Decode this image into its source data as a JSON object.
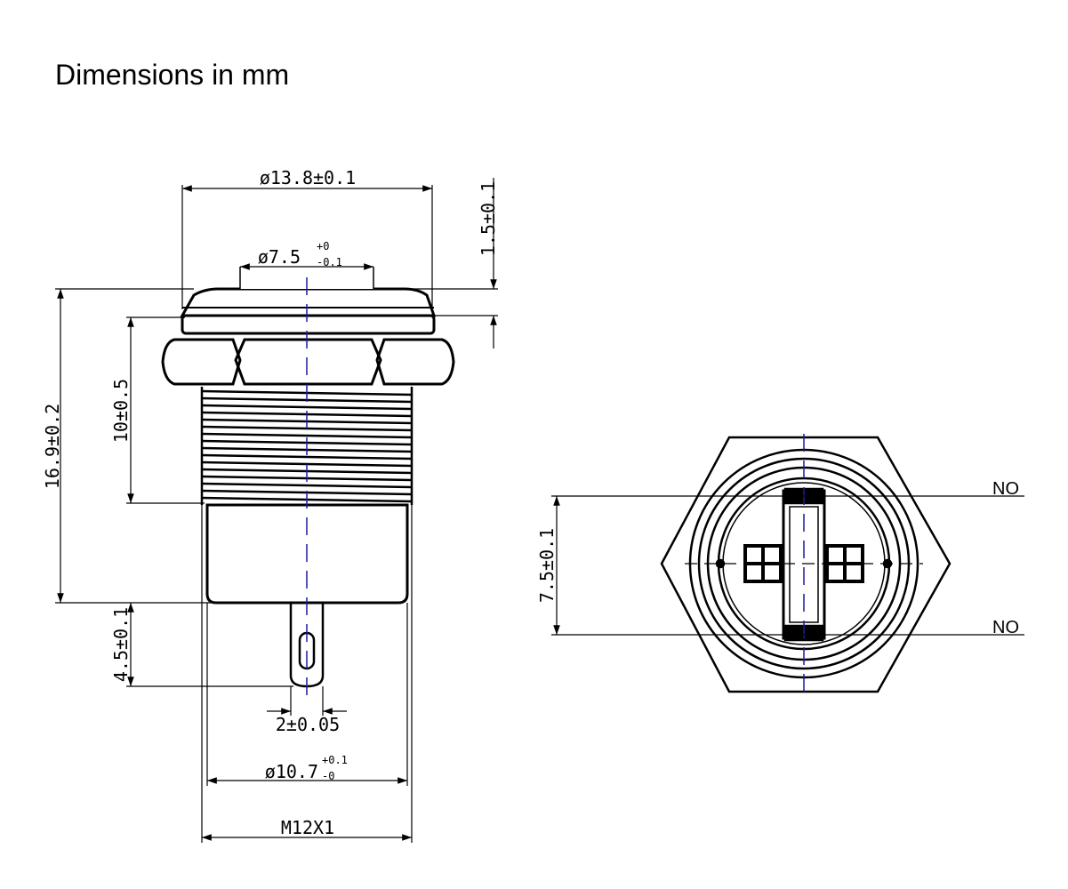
{
  "title": "Dimensions in mm",
  "side_view": {
    "dims": {
      "overall_dia": "ø13.8±0.1",
      "button_dia": "ø7.5",
      "button_dia_tol_upper": "+0",
      "button_dia_tol_lower": "-0.1",
      "head_height": "1.5±0.1",
      "total_height": "16.9±0.2",
      "thread_length": "10±0.5",
      "pin_length": "4.5±0.1",
      "pin_width": "2±0.05",
      "body_dia": "ø10.7",
      "body_dia_tol_upper": "+0.1",
      "body_dia_tol_lower": "-0",
      "thread": "M12X1"
    }
  },
  "top_view": {
    "dims": {
      "contact_spacing": "7.5±0.1"
    },
    "labels": {
      "top_contact": "NO",
      "bottom_contact": "NO"
    }
  }
}
